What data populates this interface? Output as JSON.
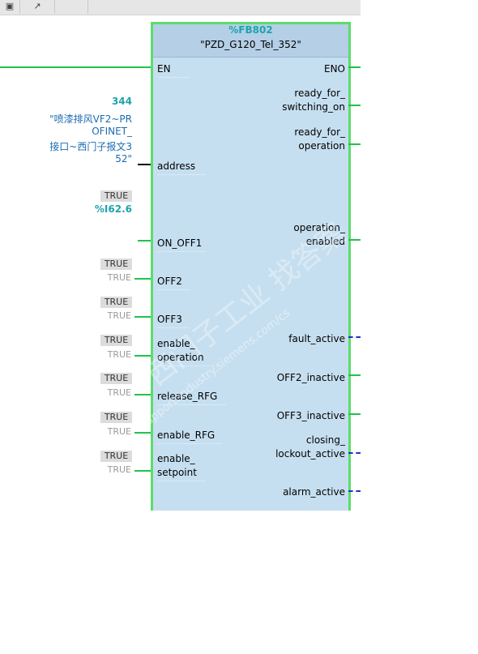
{
  "toolbar": {
    "buttons": [
      {
        "icon": "box-icon",
        "glyph": "▣"
      },
      {
        "icon": "arrow-icon",
        "glyph": "↗"
      },
      {
        "icon": "blank-icon",
        "glyph": ""
      }
    ]
  },
  "block": {
    "instance": "%FB802",
    "name": "\"PZD_G120_Tel_352\""
  },
  "inputs": {
    "en": "EN",
    "address": "address",
    "on_off1": "ON_OFF1",
    "off2": "OFF2",
    "off3": "OFF3",
    "enable_operation_1": "enable_",
    "enable_operation_2": "operation",
    "release_rfg": "release_RFG",
    "enable_rfg": "enable_RFG",
    "enable_setpoint_1": "enable_",
    "enable_setpoint_2": "setpoint"
  },
  "outputs": {
    "eno": "ENO",
    "ready_switching_1": "ready_for_",
    "ready_switching_2": "switching_on",
    "ready_operation_1": "ready_for_",
    "ready_operation_2": "operation",
    "op_enabled_1": "operation_",
    "op_enabled_2": "enabled",
    "fault_active": "fault_active",
    "off2_inactive": "OFF2_inactive",
    "off3_inactive": "OFF3_inactive",
    "closing_lockout_1": "closing_",
    "closing_lockout_2": "lockout_active",
    "alarm_active": "alarm_active"
  },
  "params": {
    "address_value": "344",
    "address_tag_1": "\"喷漆排风VF2~PR",
    "address_tag_2": "OFINET_",
    "address_tag_3": "接口~西门子报文3",
    "address_tag_4": "52\"",
    "on_off1_state": "TRUE",
    "on_off1_tag": "%I62.6",
    "off2_state": "TRUE",
    "off2_value": "TRUE",
    "off3_state": "TRUE",
    "off3_value": "TRUE",
    "enable_operation_state": "TRUE",
    "enable_operation_value": "TRUE",
    "release_rfg_state": "TRUE",
    "release_rfg_value": "TRUE",
    "enable_rfg_state": "TRUE",
    "enable_rfg_value": "TRUE",
    "enable_setpoint_state": "TRUE",
    "enable_setpoint_value": "TRUE"
  },
  "watermark": {
    "text": "西门子工业  找答案",
    "url": "support.industry.siemens.com/cs"
  },
  "colors": {
    "block_fill": "#c6dff0",
    "block_header": "#b4cfe6",
    "wire_green": "#23c24b",
    "dashed_blue": "#1c35c8",
    "tag_blue": "#1c6bb0",
    "instance_teal": "#1fa3ad"
  }
}
